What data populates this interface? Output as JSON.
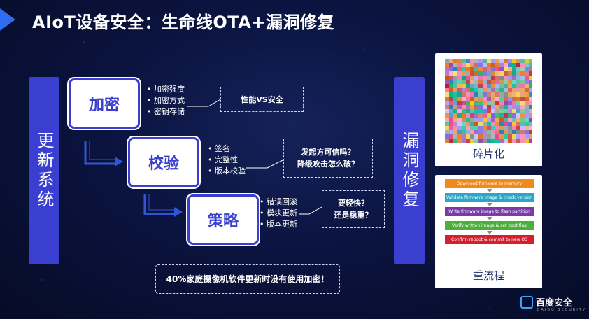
{
  "title": "AIoT设备安全：生命线OTA+漏洞修复",
  "left_bar": "更新系统",
  "right_bar": "漏洞修复",
  "steps": [
    {
      "label": "加密",
      "bullets": [
        "加密强度",
        "加密方式",
        "密钥存储"
      ],
      "note": "性能VS安全"
    },
    {
      "label": "校验",
      "bullets": [
        "签名",
        "完整性",
        "版本校验"
      ],
      "note_lines": [
        "发起方可信吗？",
        "降级攻击怎么破？"
      ]
    },
    {
      "label": "策略",
      "bullets": [
        "错误回滚",
        "模块更新",
        "版本更新"
      ],
      "note_lines": [
        "要轻快？",
        "还是稳重？"
      ]
    }
  ],
  "bottom_note": "40%家庭摄像机软件更新时没有使用加密！",
  "panels": {
    "fragment_label": "碎片化",
    "process_label": "重流程",
    "flow_steps": [
      {
        "text": "Download firmware to memory",
        "color": "#f08a1c"
      },
      {
        "text": "Validate firmware image & check version",
        "color": "#2aa6c9"
      },
      {
        "text": "Write firmware image to flash partition",
        "color": "#7a3aa8"
      },
      {
        "text": "Verify written image & set boot flag",
        "color": "#4caf3a"
      },
      {
        "text": "Confirm reboot & commit to new OS",
        "color": "#d61f2c"
      }
    ]
  },
  "logo": {
    "name": "百度安全",
    "sub": "BAIDU SECURITY"
  },
  "colors": {
    "accent": "#3a3fd0",
    "bg": "#0b1440"
  }
}
